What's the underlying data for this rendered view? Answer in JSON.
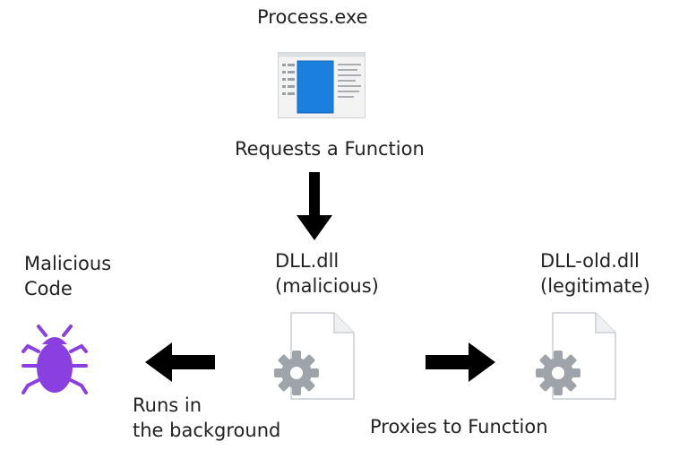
{
  "process": {
    "name": "Process.exe",
    "action": "Requests a Function",
    "icon": "application-window-icon"
  },
  "malicious_dll": {
    "name": "DLL.dll",
    "note": "(malicious)",
    "icon": "dll-gear-file-icon"
  },
  "legit_dll": {
    "name": "DLL-old.dll",
    "note": "(legitimate)",
    "icon": "dll-gear-file-icon"
  },
  "malware": {
    "line1": "Malicious",
    "line2": "Code",
    "icon": "bug-icon"
  },
  "edges": {
    "background": {
      "line1": "Runs in",
      "line2": "the background"
    },
    "proxy": {
      "label": "Proxies to Function"
    }
  },
  "colors": {
    "text": "#222222",
    "arrow": "#000000",
    "bug": "#8a3fe0",
    "window_accent": "#1b7fe0",
    "gear": "#9ea4aa"
  }
}
